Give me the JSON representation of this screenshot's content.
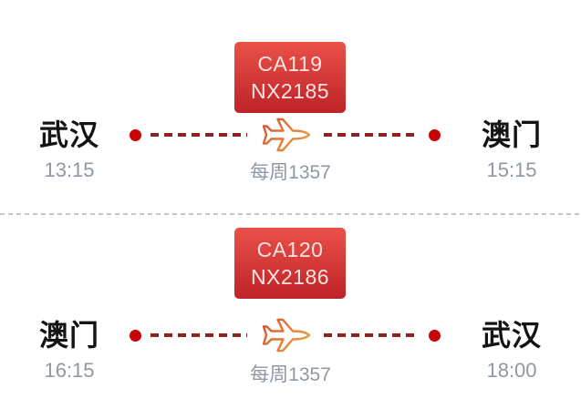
{
  "panel": {
    "type": "flight-schedule"
  },
  "colors": {
    "badge_gradient_top": "#eb5149",
    "badge_gradient_bottom": "#bd2328",
    "badge_text": "#ffe4e0",
    "city_text": "#141414",
    "secondary_text": "#8f99a6",
    "route_dash": "#8e2124",
    "route_dot": "#c70408",
    "divider_dash": "#c6c6c6",
    "plane_gradient_start": "#d5402c",
    "plane_gradient_end": "#f2b544"
  },
  "icons": {
    "airplane": "airplane-icon"
  },
  "legs": [
    {
      "flight_numbers": [
        "CA119",
        "NX2185"
      ],
      "departure": {
        "city": "武汉",
        "time": "13:15"
      },
      "arrival": {
        "city": "澳门",
        "time": "15:15"
      },
      "frequency": "每周1357"
    },
    {
      "flight_numbers": [
        "CA120",
        "NX2186"
      ],
      "departure": {
        "city": "澳门",
        "time": "16:15"
      },
      "arrival": {
        "city": "武汉",
        "time": "18:00"
      },
      "frequency": "每周1357"
    }
  ]
}
